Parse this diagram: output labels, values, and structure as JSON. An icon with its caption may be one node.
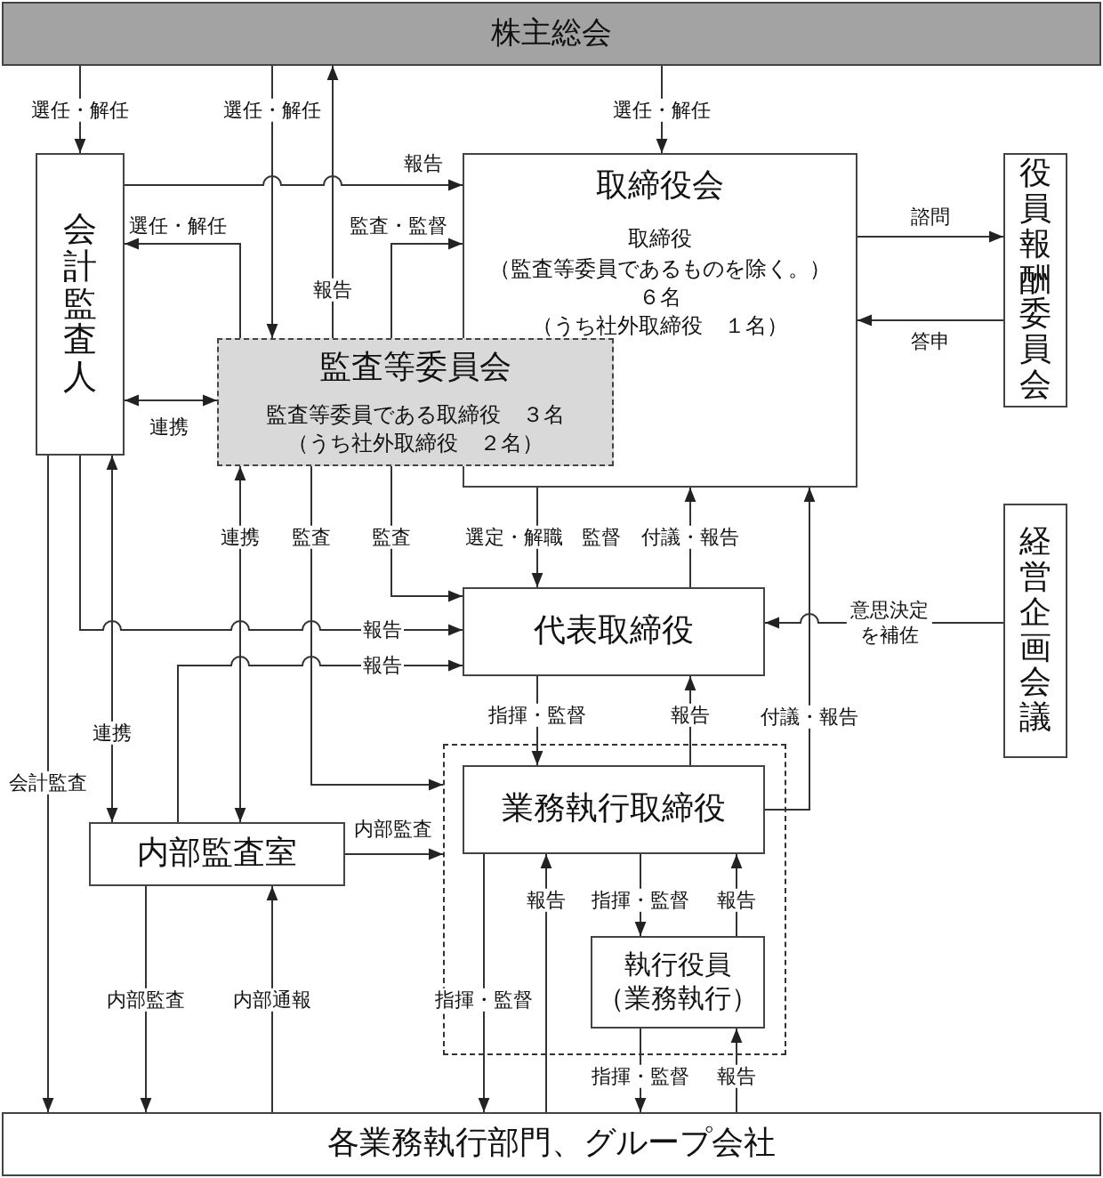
{
  "diagram": {
    "nodes": [
      {
        "text": [
          "株主総会"
        ]
      },
      {
        "text": [
          "会計監査人"
        ]
      },
      {
        "text": [
          "取締役会",
          "取締役",
          "（監査等委員であるものを除く。）",
          "６名",
          "（うち社外取締役　１名）"
        ]
      },
      {
        "text": [
          "監査等委員会",
          "監査等委員である取締役　３名",
          "（うち社外取締役　２名）"
        ]
      },
      {
        "text": [
          "役員報酬委員会"
        ]
      },
      {
        "text": [
          "経営企画会議"
        ]
      },
      {
        "text": [
          "代表取締役"
        ]
      },
      {
        "text": [],
        "shape": "box"
      },
      {
        "text": [
          "業務執行取締役"
        ],
        "in": 7
      },
      {
        "text": [
          "執行役員（業務執行）"
        ],
        "in": 7
      },
      {
        "text": [
          "内部監査室"
        ]
      },
      {
        "text": [
          "各業務執行部門、グループ会社"
        ]
      }
    ],
    "edges": [
      {
        "from": 0,
        "to": 1,
        "arrow": "to",
        "label": "選任・解任"
      },
      {
        "from": 0,
        "to": 3,
        "arrow": "to",
        "label": "選任・解任"
      },
      {
        "from": 3,
        "to": 0,
        "arrow": "to",
        "label": "報告"
      },
      {
        "from": 0,
        "to": 2,
        "arrow": "to",
        "label": "選任・解任"
      },
      {
        "from": 1,
        "to": 2,
        "arrow": "to",
        "label": "報告"
      },
      {
        "from": 3,
        "to": 1,
        "arrow": "to",
        "label": "選任・解任"
      },
      {
        "from": 3,
        "to": 2,
        "arrow": "to",
        "label": "監査・監督"
      },
      {
        "from": 1,
        "to": 3,
        "arrow": "both",
        "label": "連携"
      },
      {
        "from": 2,
        "to": 4,
        "arrow": "to",
        "label": "諮問"
      },
      {
        "from": 4,
        "to": 2,
        "arrow": "to",
        "label": "答申"
      },
      {
        "from": 3,
        "to": 6,
        "arrow": "to",
        "label": "監査"
      },
      {
        "from": 2,
        "to": 6,
        "arrow": "to",
        "label": "選定・解職"
      },
      {
        "from": 6,
        "to": 2,
        "arrow": "to",
        "label": "付議・報告"
      },
      {
        "from": 8,
        "to": 2,
        "arrow": "to",
        "label": "付議・報告"
      },
      {
        "from": 5,
        "to": 6,
        "arrow": "to",
        "label": "意思決定を補佐"
      },
      {
        "from": 1,
        "to": 6,
        "arrow": "to",
        "label": "報告"
      },
      {
        "from": 10,
        "to": 6,
        "arrow": "to",
        "label": "報告"
      },
      {
        "from": 3,
        "to": 10,
        "arrow": "both",
        "label": "連携"
      },
      {
        "from": 3,
        "to": 7,
        "arrow": "to",
        "label": "監査"
      },
      {
        "from": 1,
        "to": 11,
        "arrow": "to",
        "label": "会計監査"
      },
      {
        "from": 1,
        "to": 10,
        "arrow": "both",
        "label": "連携"
      },
      {
        "from": 10,
        "to": 7,
        "arrow": "to",
        "label": "内部監査"
      },
      {
        "from": 10,
        "to": 11,
        "arrow": "to",
        "label": "内部監査"
      },
      {
        "from": 11,
        "to": 10,
        "arrow": "to",
        "label": "内部通報"
      },
      {
        "from": 6,
        "to": 8,
        "arrow": "to",
        "label": "指揮・監督"
      },
      {
        "from": 8,
        "to": 6,
        "arrow": "to",
        "label": "報告"
      },
      {
        "from": 8,
        "to": 11,
        "arrow": "to",
        "label": "指揮・監督"
      },
      {
        "from": 11,
        "to": 8,
        "arrow": "to",
        "label": "報告"
      },
      {
        "from": 8,
        "to": 9,
        "arrow": "to",
        "label": "指揮・監督"
      },
      {
        "from": 9,
        "to": 8,
        "arrow": "to",
        "label": "報告"
      },
      {
        "from": 9,
        "to": 11,
        "arrow": "to",
        "label": "指揮・監督"
      },
      {
        "from": 11,
        "to": 9,
        "arrow": "to",
        "label": "報告"
      }
    ],
    "labels": [
      "監督"
    ]
  }
}
